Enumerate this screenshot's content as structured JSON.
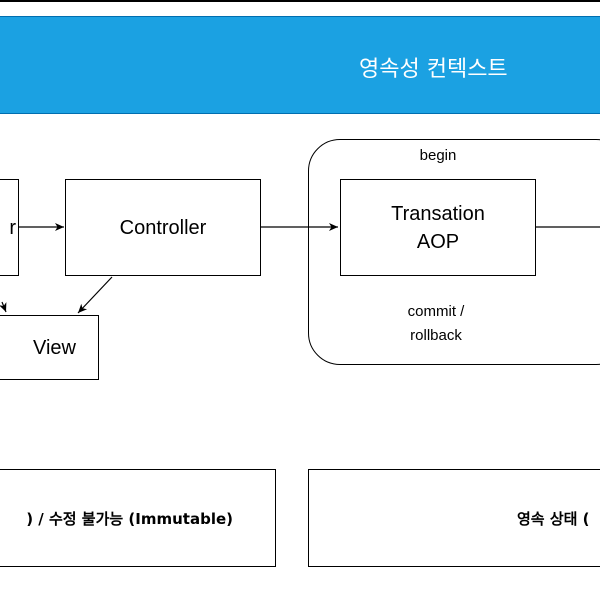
{
  "banner": {
    "title": "영속성 컨텍스트",
    "color": "#1ba1e2"
  },
  "nodes": {
    "left_partial": "r",
    "controller": "Controller",
    "view": "View",
    "transaction_aop": "Transation\nAOP"
  },
  "labels": {
    "begin": "begin",
    "commit_rollback": "commit /\nrollback"
  },
  "bottom": {
    "left_text": ") / 수정 불가능 (Immutable)",
    "right_text": "영속 상태 ("
  }
}
